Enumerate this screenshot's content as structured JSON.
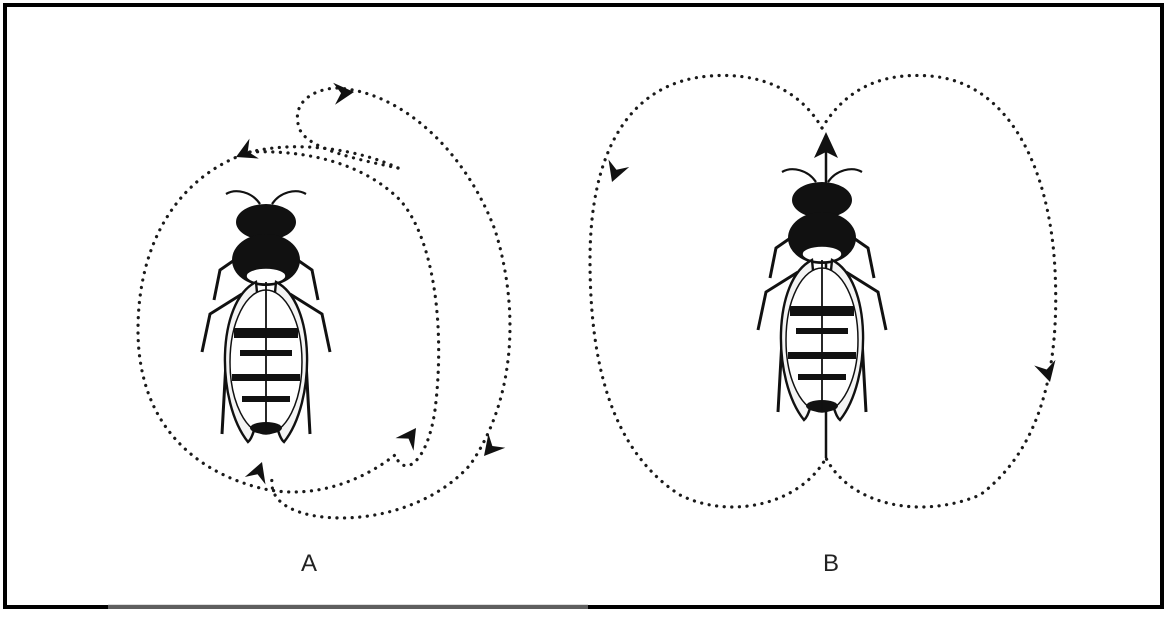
{
  "figure": {
    "panels": [
      {
        "id": "a",
        "label": "A"
      },
      {
        "id": "b",
        "label": "B"
      }
    ]
  },
  "colors": {
    "ink": "#111111",
    "background": "#ffffff",
    "border": "#000000"
  }
}
